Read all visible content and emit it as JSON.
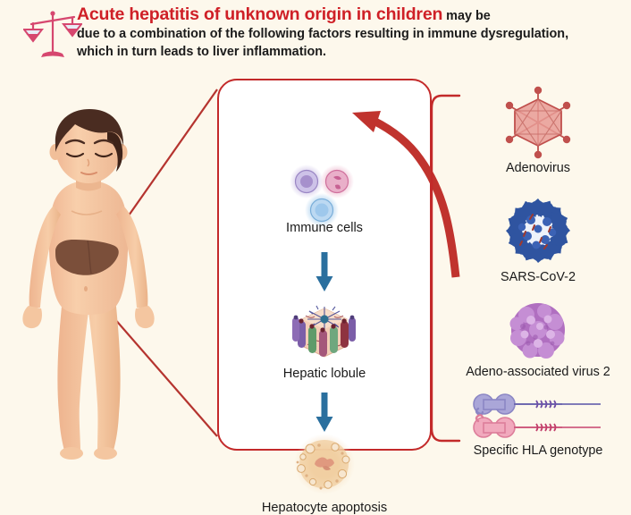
{
  "header": {
    "icon": "balance-scale-icon",
    "headline": "Acute hepatitis of unknown origin in children",
    "tail_line1": " may be",
    "line2": "due to a combination of the following factors resulting in immune dysregulation,",
    "line3": "which in turn leads to liver inflammation.",
    "headline_color": "#cf2027",
    "text_color": "#1b1b1b"
  },
  "patient": {
    "name": "child-figure",
    "organ": "liver",
    "skin_color": "#f6c9a4",
    "hair_color": "#4a2c21",
    "liver_color": "#7b4f3a"
  },
  "panel": {
    "border_color": "#c32a2a",
    "background": "#ffffff",
    "steps": [
      {
        "id": "immune-cells",
        "label": "Immune cells",
        "art": "three-immune-cells-icon"
      },
      {
        "id": "hepatic-lobule",
        "label": "Hepatic lobule",
        "art": "hepatic-lobule-icon"
      },
      {
        "id": "hepatocyte-apoptosis",
        "label": "Hepatocyte apoptosis",
        "art": "apoptotic-hepatocyte-icon"
      }
    ],
    "arrow_color": "#2a6f9e"
  },
  "factors": {
    "bracket_color": "#c32a2a",
    "arrow_color": "#c0332e",
    "items": [
      {
        "id": "adenovirus",
        "label": "Adenovirus",
        "art": "adenovirus-icon",
        "color": "#d9726e"
      },
      {
        "id": "sars-cov-2",
        "label": "SARS-CoV-2",
        "art": "coronavirus-icon",
        "color": "#2f54a0"
      },
      {
        "id": "aav2",
        "label": "Adeno-associated virus 2",
        "art": "aav2-icon",
        "color": "#a濃"
      },
      {
        "id": "hla-genotype",
        "label": "Specific HLA genotype",
        "art": "hla-chromosome-icon",
        "color": "#8e8ccd"
      }
    ]
  },
  "background_color": "#fdf8ec"
}
